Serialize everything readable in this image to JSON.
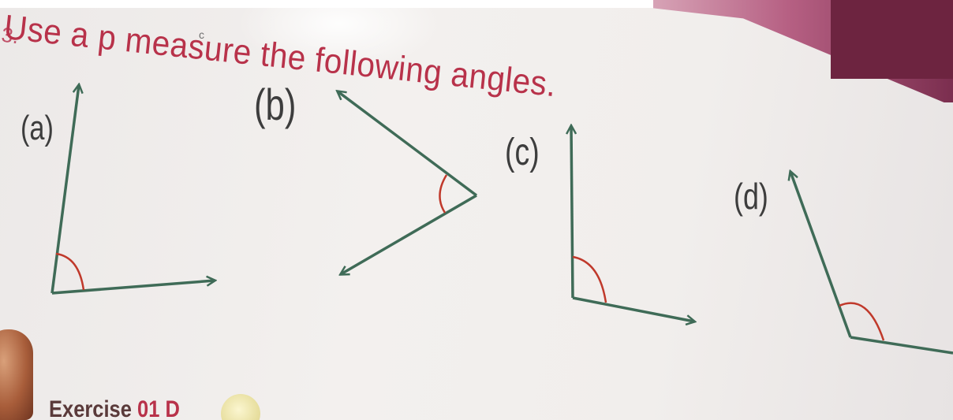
{
  "heading": {
    "number": "3.",
    "text": "Use a p          measure the following angles."
  },
  "stray_mark": "c",
  "labels": {
    "a": "(a)",
    "b": "(b)",
    "c": "(c)",
    "d": "(d)"
  },
  "footer": {
    "exercise_word": "Exercise",
    "exercise_number": "01 D"
  },
  "colors": {
    "heading": "#b8324a",
    "ray": "#3f6b57",
    "arc": "#c0392b",
    "label": "#3d3d3d"
  }
}
